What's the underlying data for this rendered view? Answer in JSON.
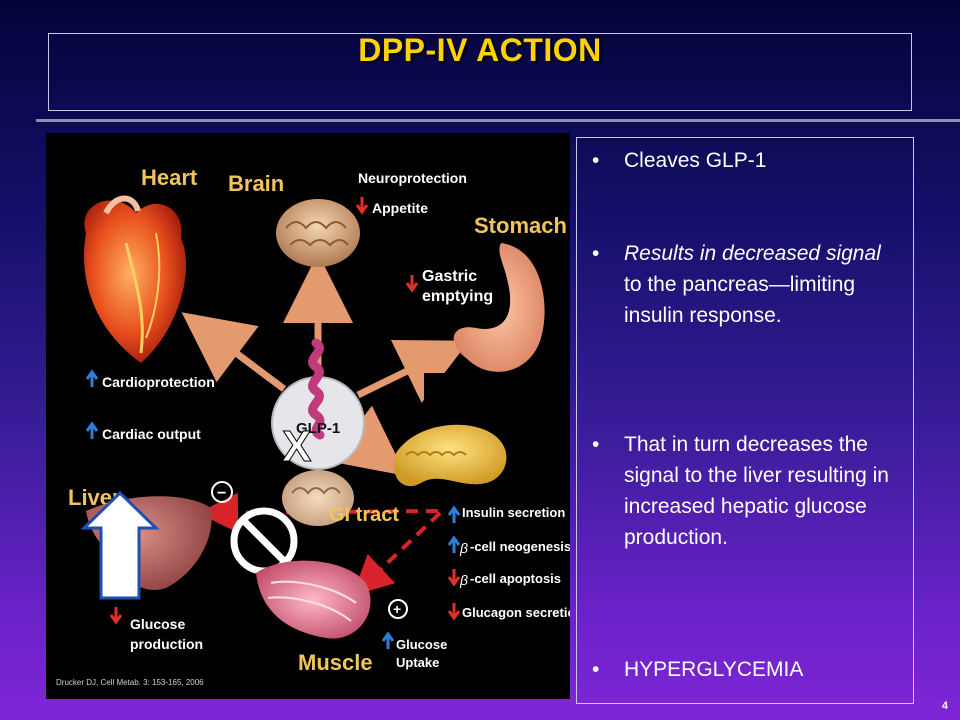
{
  "slide": {
    "title": "DPP-IV ACTION",
    "page_number": "4"
  },
  "diagram": {
    "organs": {
      "heart": "Heart",
      "brain": "Brain",
      "stomach": "Stomach",
      "liver": "Liver",
      "gi_tract": "GI tract",
      "muscle": "Muscle",
      "glp1": "GLP-1"
    },
    "effects": {
      "neuroprotection": "Neuroprotection",
      "appetite": "Appetite",
      "gastric_line1": "Gastric",
      "gastric_line2": "emptying",
      "cardioprotection": "Cardioprotection",
      "cardiac_output": "Cardiac output",
      "insulin_secretion": "Insulin secretion",
      "beta_neogenesis": "-cell neogenesis",
      "beta_apoptosis": "-cell apoptosis",
      "glucagon_secretion": "Glucagon secretion",
      "glucose_production_line1": "Glucose",
      "glucose_production_line2": "production",
      "glucose_uptake_line1": "Glucose",
      "glucose_uptake_line2": "Uptake"
    },
    "symbols": {
      "beta": "β",
      "minus": "−",
      "plus": "+",
      "x_mark": "X"
    },
    "citation": "Drucker DJ, Cell Metab. 3: 153-165, 2006",
    "colors": {
      "up_arrow": "#2f7fd8",
      "down_arrow": "#e0302a",
      "organ_label": "#f2c45a",
      "effect_label": "#ffffff",
      "connector": "#e39a6e",
      "inhibit_dash": "#d8232a"
    }
  },
  "bullets": [
    {
      "text": "Cleaves GLP-1",
      "italic": false
    },
    {
      "text_italic": "Results in decreased signal",
      "text_rest": "  to the pancreas—limiting insulin response."
    },
    {
      "text": "That in turn decreases the  signal to the liver resulting in increased hepatic glucose production."
    },
    {
      "text": "HYPERGLYCEMIA"
    }
  ]
}
